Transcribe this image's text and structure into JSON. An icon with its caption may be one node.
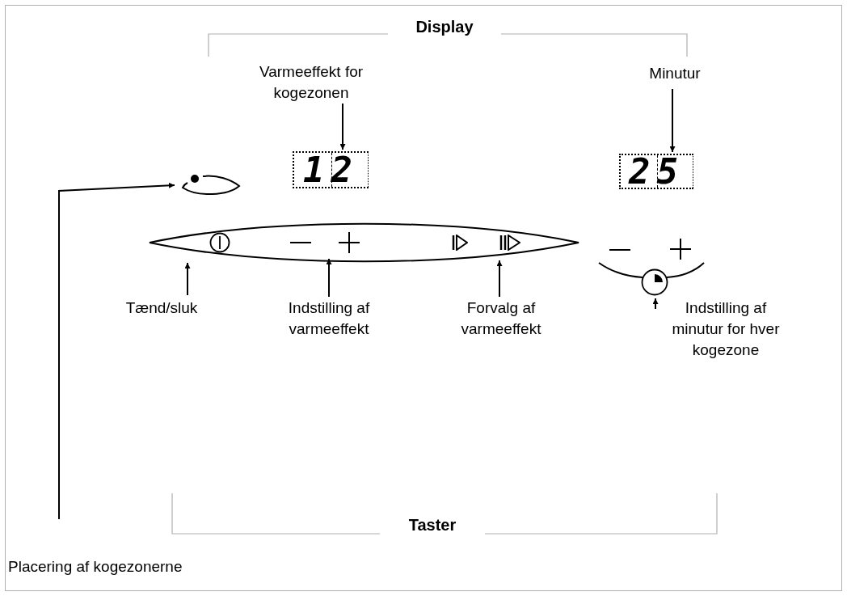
{
  "diagram": {
    "nodes": [
      {
        "text": [
          "Varmeeffekt for kogezonen"
        ]
      },
      {
        "text": [
          "12"
        ]
      },
      {
        "text": [
          "Minutur"
        ]
      },
      {
        "text": [
          "25"
        ]
      },
      {
        "text": [],
        "shape": "ellipse"
      },
      {
        "text": [],
        "shape": "lens"
      },
      {
        "text": [],
        "shape": "picture"
      },
      {
        "text": [
          "Tænd/sluk"
        ]
      },
      {
        "text": [
          "Indstilling af varmeeffekt"
        ]
      },
      {
        "text": [
          "Forvalg af varmeeffekt"
        ]
      },
      {
        "text": [
          "Indstilling af minutur for hver kogezone"
        ]
      },
      {
        "text": [
          "Placering af kogezonerne"
        ]
      }
    ],
    "edges": [
      {
        "from": 0,
        "to": 1,
        "arrow": "to"
      },
      {
        "from": 2,
        "to": 3,
        "arrow": "to"
      },
      {
        "from": 11,
        "to": 4,
        "arrow": "to"
      },
      {
        "from": 7,
        "to": 5,
        "arrow": "to"
      },
      {
        "from": 8,
        "to": 5,
        "arrow": "to"
      },
      {
        "from": 9,
        "to": 5,
        "arrow": "to"
      },
      {
        "from": 10,
        "to": 6,
        "arrow": "to"
      }
    ],
    "labels": [
      "Display",
      "Taster"
    ]
  }
}
